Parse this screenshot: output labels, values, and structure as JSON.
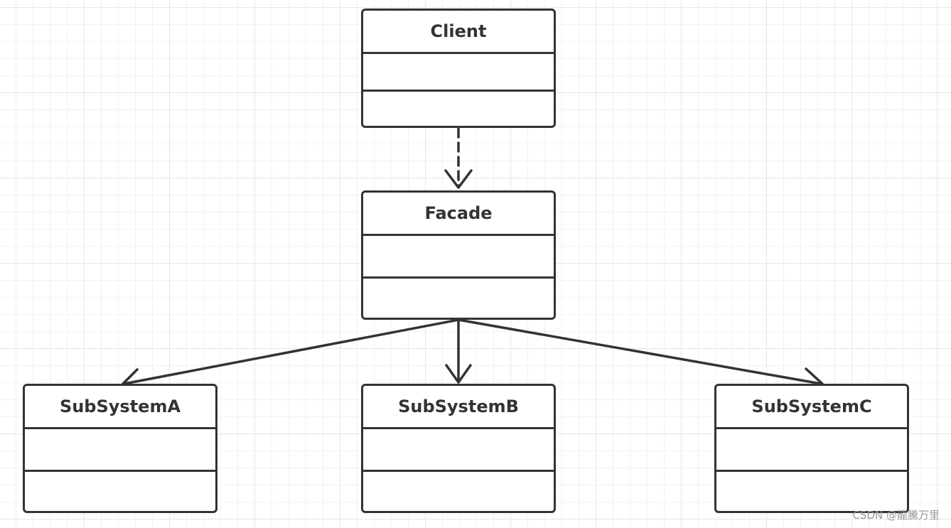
{
  "diagram": {
    "classes": {
      "client": {
        "name": "Client"
      },
      "facade": {
        "name": "Facade"
      },
      "subsystem_a": {
        "name": "SubSystemA"
      },
      "subsystem_b": {
        "name": "SubSystemB"
      },
      "subsystem_c": {
        "name": "SubSystemC"
      }
    },
    "relations": [
      {
        "from": "Client",
        "to": "Facade",
        "kind": "dependency",
        "line": "dashed"
      },
      {
        "from": "Facade",
        "to": "SubSystemA",
        "kind": "association",
        "line": "solid"
      },
      {
        "from": "Facade",
        "to": "SubSystemB",
        "kind": "association",
        "line": "solid"
      },
      {
        "from": "Facade",
        "to": "SubSystemC",
        "kind": "association",
        "line": "solid"
      }
    ]
  },
  "colors": {
    "stroke": "#333333",
    "grid": "#e6e6e6",
    "background": "#ffffff"
  },
  "watermark": "CSDN @龍騰万里"
}
